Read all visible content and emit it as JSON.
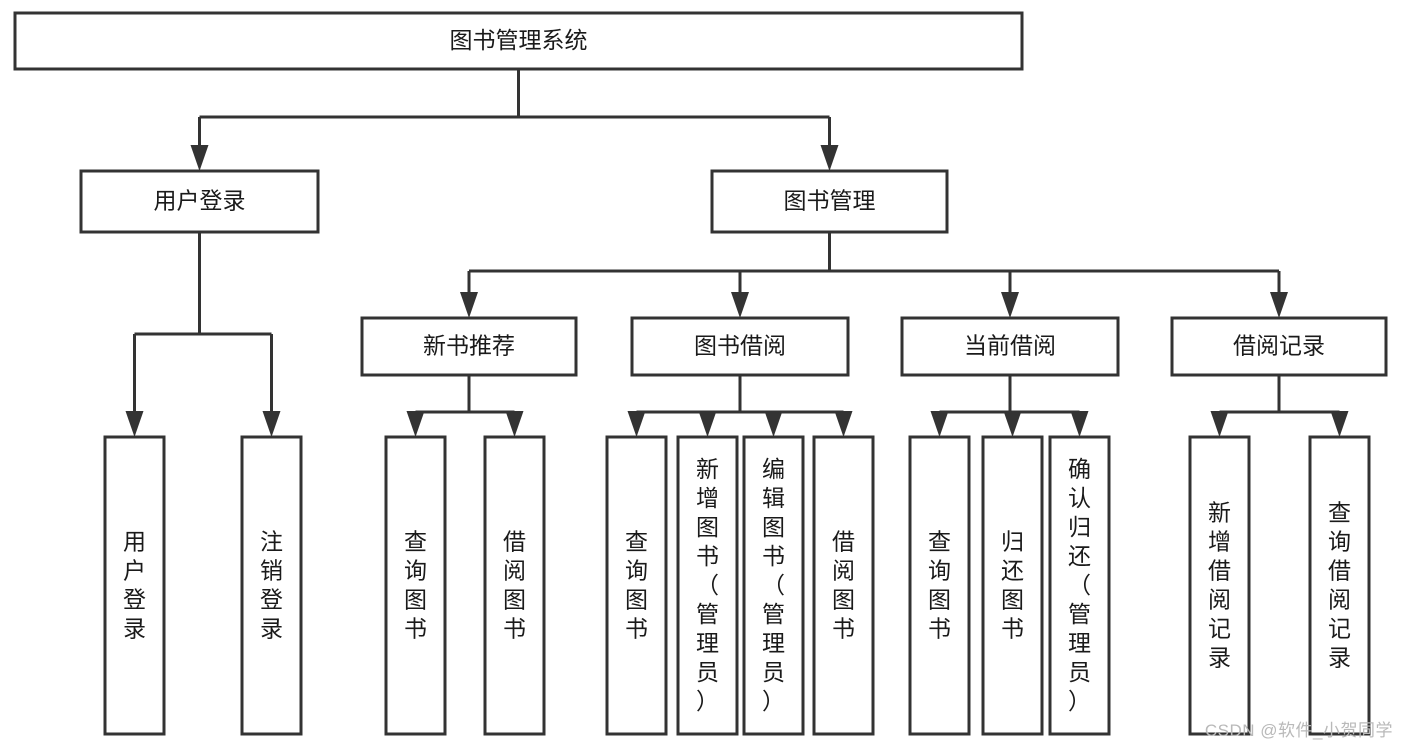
{
  "diagram": {
    "type": "tree-hierarchy",
    "title": "图书管理系统",
    "orientation": "top-down",
    "style": {
      "box_fill": "#ffffff",
      "box_stroke": "#333333",
      "text_color": "#1a1a1a",
      "connector_color": "#333333",
      "background": "#ffffff"
    },
    "levels": [
      {
        "level": 1,
        "nodes": [
          {
            "id": "root",
            "label": "图书管理系统",
            "orientation": "horizontal"
          }
        ]
      },
      {
        "level": 2,
        "nodes": [
          {
            "id": "user-login",
            "label": "用户登录",
            "orientation": "horizontal",
            "parent": "root"
          },
          {
            "id": "book-manage",
            "label": "图书管理",
            "orientation": "horizontal",
            "parent": "root"
          }
        ]
      },
      {
        "level": 3,
        "nodes": [
          {
            "id": "new-book-recommend",
            "label": "新书推荐",
            "orientation": "horizontal",
            "parent": "book-manage"
          },
          {
            "id": "book-borrow",
            "label": "图书借阅",
            "orientation": "horizontal",
            "parent": "book-manage"
          },
          {
            "id": "current-borrow",
            "label": "当前借阅",
            "orientation": "horizontal",
            "parent": "book-manage"
          },
          {
            "id": "borrow-record",
            "label": "借阅记录",
            "orientation": "horizontal",
            "parent": "book-manage"
          }
        ]
      },
      {
        "level": 4,
        "nodes": [
          {
            "id": "leaf-user-login",
            "label": "用户登录",
            "orientation": "vertical",
            "parent": "user-login"
          },
          {
            "id": "leaf-user-logout",
            "label": "注销登录",
            "orientation": "vertical",
            "parent": "user-login"
          },
          {
            "id": "leaf-query-book-1",
            "label": "查询图书",
            "orientation": "vertical",
            "parent": "new-book-recommend"
          },
          {
            "id": "leaf-borrow-book-1",
            "label": "借阅图书",
            "orientation": "vertical",
            "parent": "new-book-recommend"
          },
          {
            "id": "leaf-query-book-2",
            "label": "查询图书",
            "orientation": "vertical",
            "parent": "book-borrow"
          },
          {
            "id": "leaf-add-book",
            "label": "新增图书（管理员）",
            "orientation": "vertical",
            "parent": "book-borrow"
          },
          {
            "id": "leaf-edit-book",
            "label": "编辑图书（管理员）",
            "orientation": "vertical",
            "parent": "book-borrow"
          },
          {
            "id": "leaf-borrow-book-2",
            "label": "借阅图书",
            "orientation": "vertical",
            "parent": "book-borrow"
          },
          {
            "id": "leaf-query-book-3",
            "label": "查询图书",
            "orientation": "vertical",
            "parent": "current-borrow"
          },
          {
            "id": "leaf-return-book",
            "label": "归还图书",
            "orientation": "vertical",
            "parent": "current-borrow"
          },
          {
            "id": "leaf-confirm-return",
            "label": "确认归还（管理员）",
            "orientation": "vertical",
            "parent": "current-borrow"
          },
          {
            "id": "leaf-add-record",
            "label": "新增借阅记录",
            "orientation": "vertical",
            "parent": "borrow-record"
          },
          {
            "id": "leaf-query-record",
            "label": "查询借阅记录",
            "orientation": "vertical",
            "parent": "borrow-record"
          }
        ]
      }
    ]
  },
  "watermark": {
    "text": "CSDN @软件_小贺同学"
  }
}
